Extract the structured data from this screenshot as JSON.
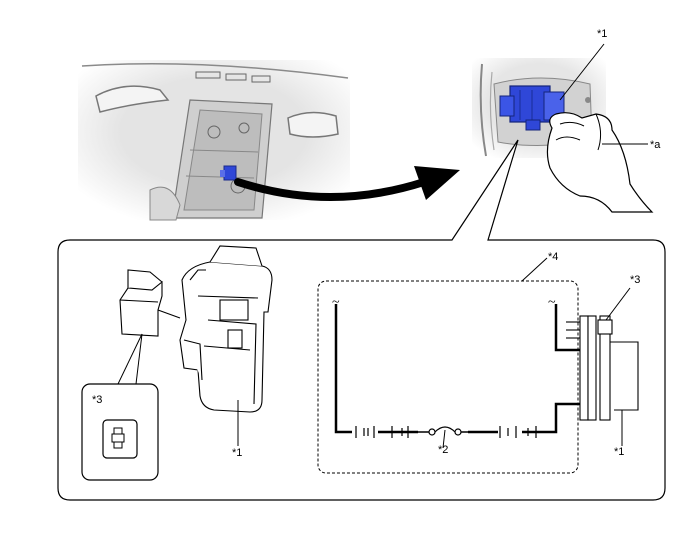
{
  "labels": {
    "star1_top": "*1",
    "star_a": "*a",
    "star4": "*4",
    "star3_right": "*3",
    "star3_left": "*3",
    "star1_left": "*1",
    "star2": "*2",
    "star1_right": "*1"
  },
  "colors": {
    "connector_blue": "#2f47d8",
    "line": "#000000",
    "photo_bg": "#e6e6e6",
    "photo_dark": "#b0b0b0"
  }
}
